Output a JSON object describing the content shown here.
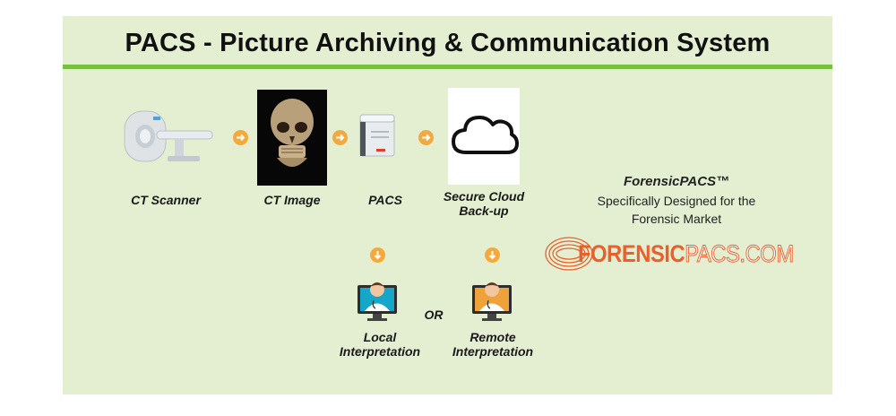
{
  "title": "PACS - Picture Archiving & Communication System",
  "workflow": {
    "ct_scanner": "CT Scanner",
    "ct_image": "CT Image",
    "pacs": "PACS",
    "cloud_line1": "Secure Cloud",
    "cloud_line2": "Back-up",
    "local_line1": "Local",
    "local_line2": "Interpretation",
    "or": "OR",
    "remote_line1": "Remote",
    "remote_line2": "Interpretation"
  },
  "brand": {
    "name": "ForensicPACS™",
    "tagline_line1": "Specifically Designed for the",
    "tagline_line2": "Forensic Market",
    "logo_text_a": "FORENSIC",
    "logo_text_b": "PACS.COM"
  },
  "colors": {
    "panel_bg": "#e4efd2",
    "accent_green": "#79c042",
    "arrow_orange": "#f4a93c",
    "logo_orange": "#e8612c"
  }
}
